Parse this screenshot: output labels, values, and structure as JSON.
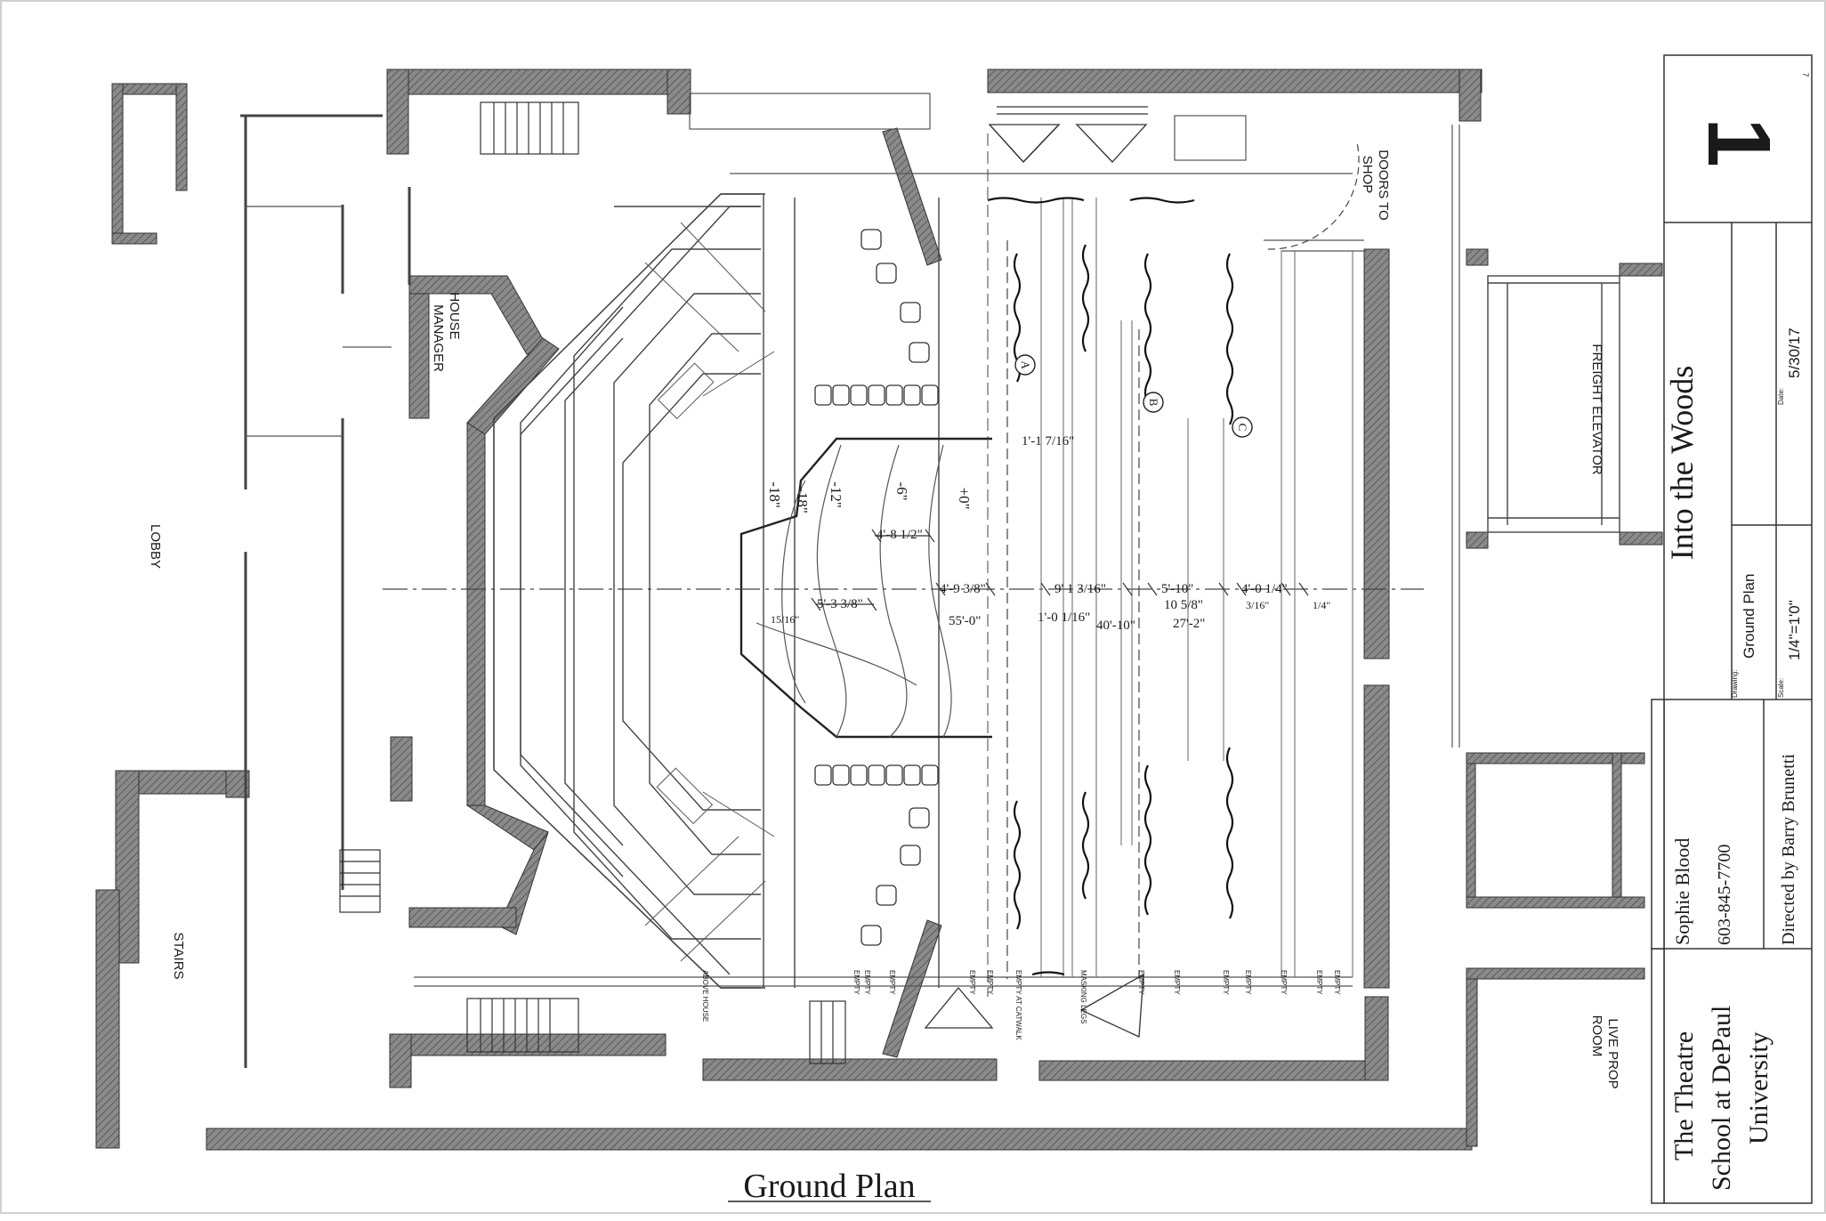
{
  "sheet": {
    "sheet_number": "1",
    "corner_mark": "7",
    "production_title": "Into the Woods",
    "drawing_label": "Drawing:",
    "drawing_name": "Ground Plan",
    "scale_label": "Scale:",
    "scale": "1/4\"=1'0\"",
    "date_label": "Date:",
    "date": "5/30/17",
    "designer": "Sophie Blood",
    "phone": "603-845-7700",
    "director": "Directed by Barry Brunetti",
    "school_line1": "The Theatre",
    "school_line2": "School at DePaul",
    "school_line3": "University"
  },
  "plan": {
    "caption": "Ground Plan",
    "rooms": {
      "house_manager_1": "HOUSE",
      "house_manager_2": "MANAGER",
      "lobby": "LOBBY",
      "stairs": "STAIRS",
      "doors_to_shop_1": "DOORS TO",
      "doors_to_shop_2": "SHOP",
      "freight_elevator": "FREIGHT ELEVATOR",
      "live_prop_room_1": "LIVE PROP",
      "live_prop_room_2": "ROOM"
    },
    "markers": [
      "A",
      "B",
      "C"
    ],
    "dimensions": {
      "d1": "1'-1 7/16\"",
      "d2": "4'-8 1/2\"",
      "d3": "4'-9 3/8\"",
      "d4": "9' 1 3/16\"",
      "d5": "5'-10\"",
      "d6": "4'-0 1/4\"",
      "d7": "5'-3 3/8\"",
      "d8": "55'-0\"",
      "d9": "1'-0 1/16\"",
      "d10": "40'-10\"",
      "d11": "10 5/8\"",
      "d12": "27'-2\"",
      "d13": "15/16\"",
      "d14": "3/16\"",
      "d15": "1/4\""
    },
    "elevations": [
      "-18\"",
      "-18\"",
      "-12\"",
      "-6\"",
      "+0\""
    ],
    "line_set_label": "EMPTY",
    "adjacent_labels": [
      "ABOVE HOUSE",
      "EMPTY AT CATWALK",
      "MASKING LEGS"
    ]
  }
}
